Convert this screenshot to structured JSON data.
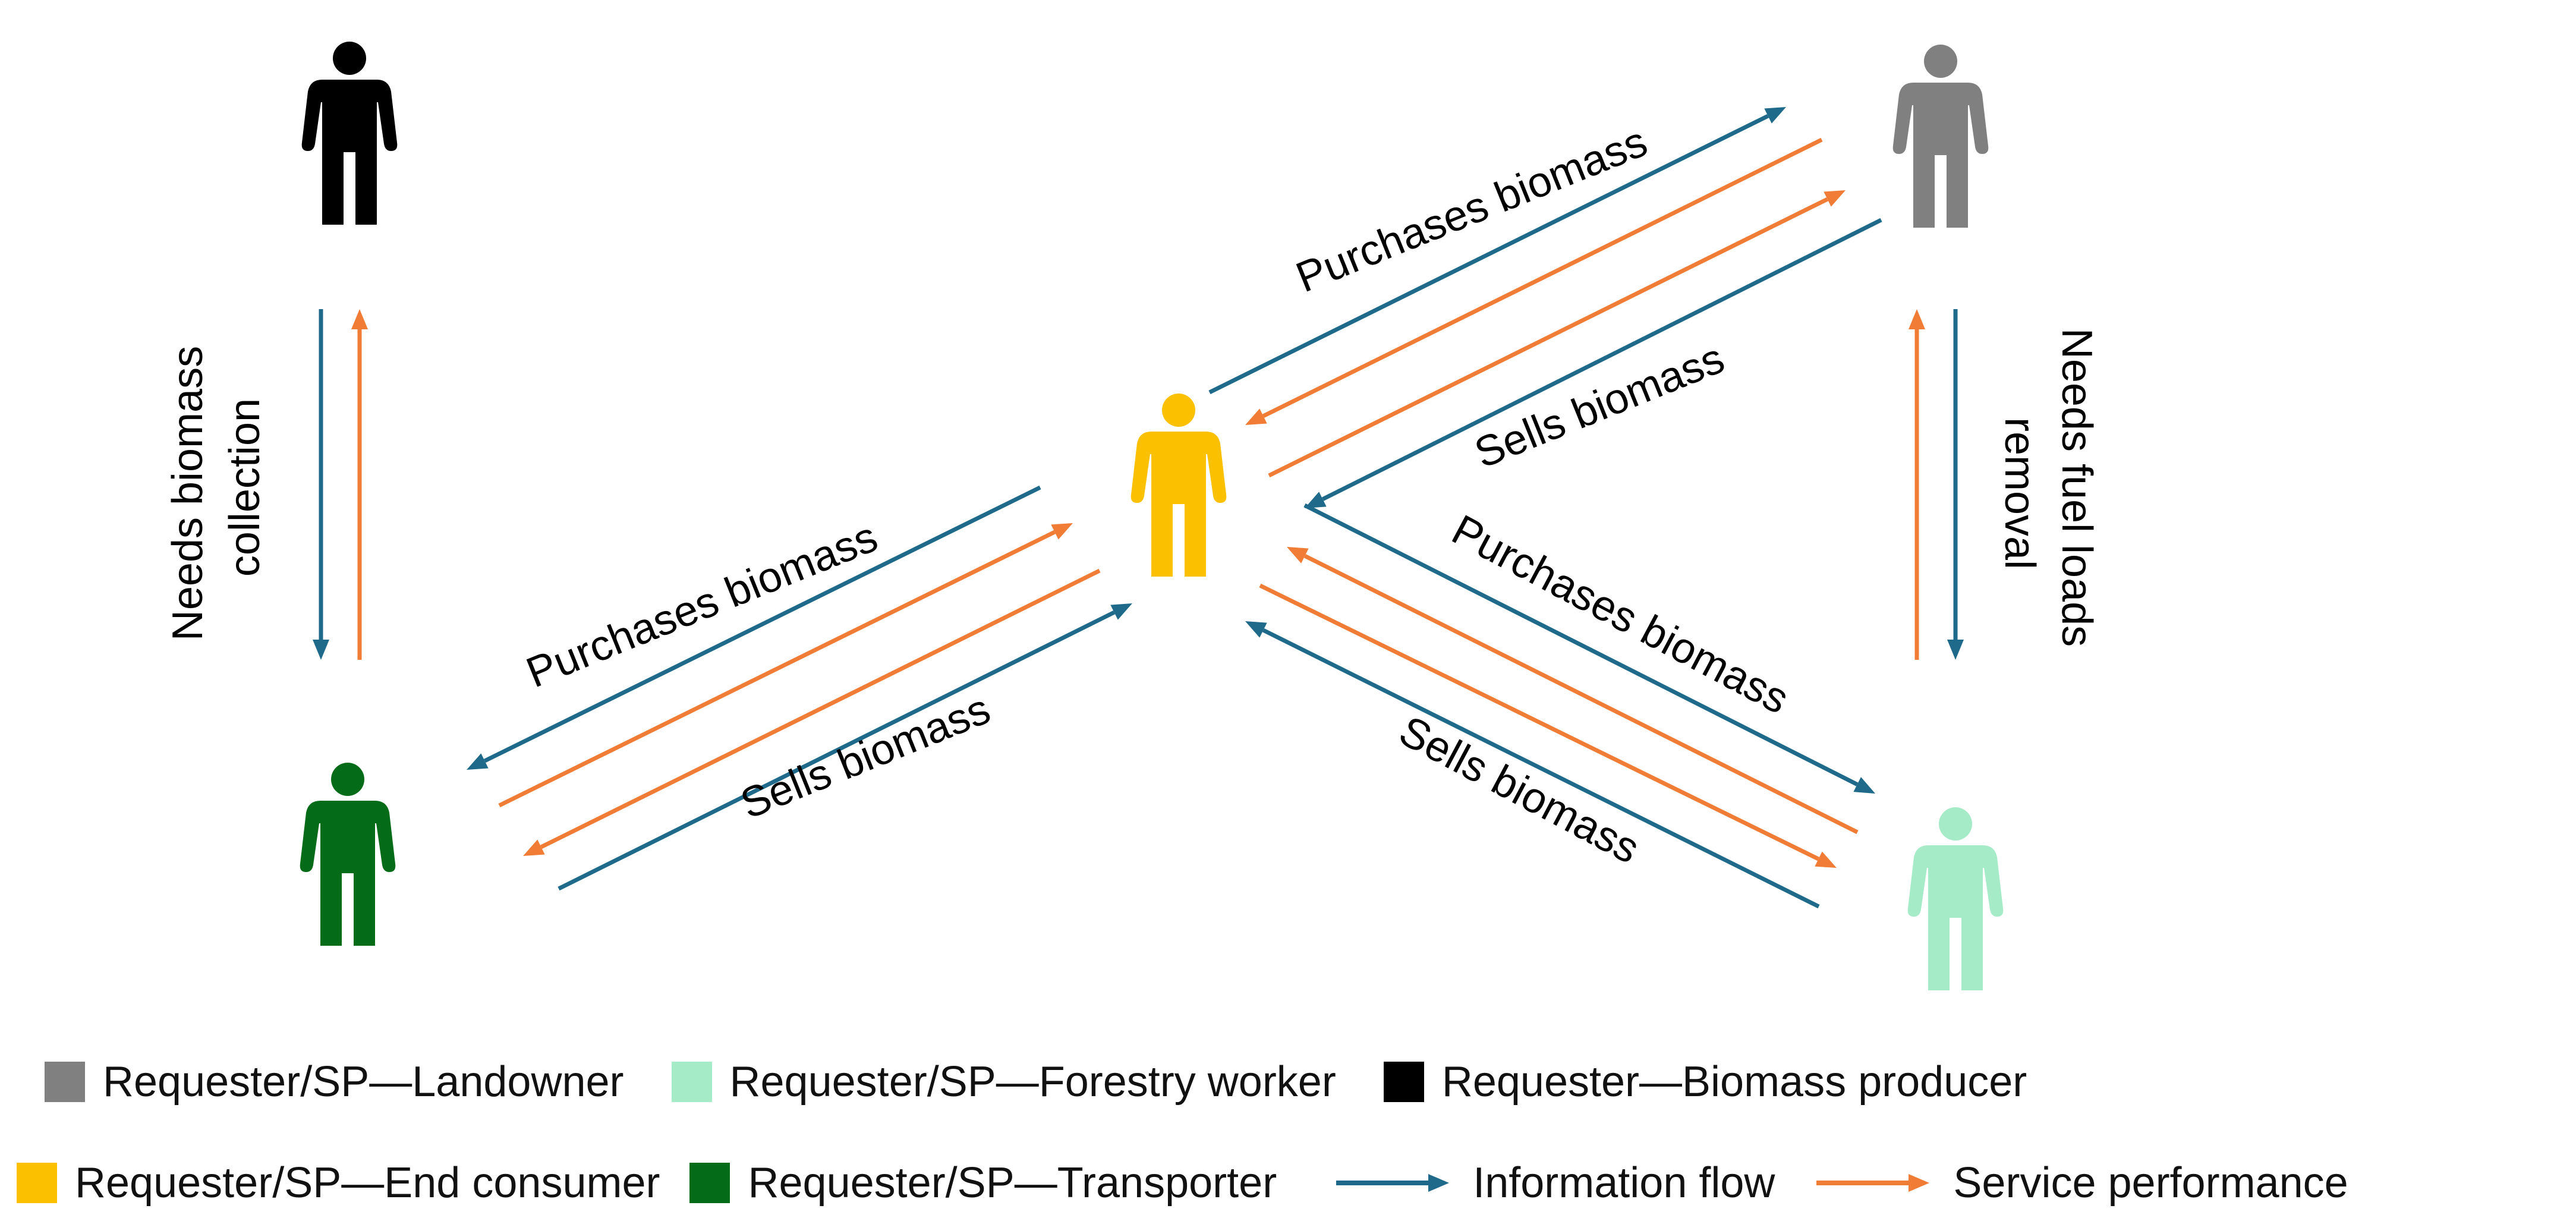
{
  "colors": {
    "information": "#1F6A8A",
    "service": "#F07C36",
    "landowner": "#808080",
    "forestry_worker": "#A6EBC7",
    "biomass_producer": "#000000",
    "end_consumer": "#FBC000",
    "transporter": "#046B18"
  },
  "edges": {
    "left_vertical": "Needs biomass collection",
    "right_vertical": "Needs fuel loads removal",
    "center_to_transporter": "Purchases biomass",
    "transporter_to_center": "Sells biomass",
    "center_to_landowner": "Purchases biomass",
    "landowner_to_center": "Sells biomass",
    "center_to_forestry": "Purchases biomass",
    "forestry_to_center": "Sells biomass"
  },
  "legend": {
    "landowner": "Requester/SP—Landowner",
    "forestry_worker": "Requester/SP—Forestry worker",
    "biomass_producer": "Requester—Biomass producer",
    "end_consumer": "Requester/SP—End consumer",
    "transporter": "Requester/SP—Transporter",
    "information_flow": "Information flow",
    "service_performance": "Service performance"
  }
}
